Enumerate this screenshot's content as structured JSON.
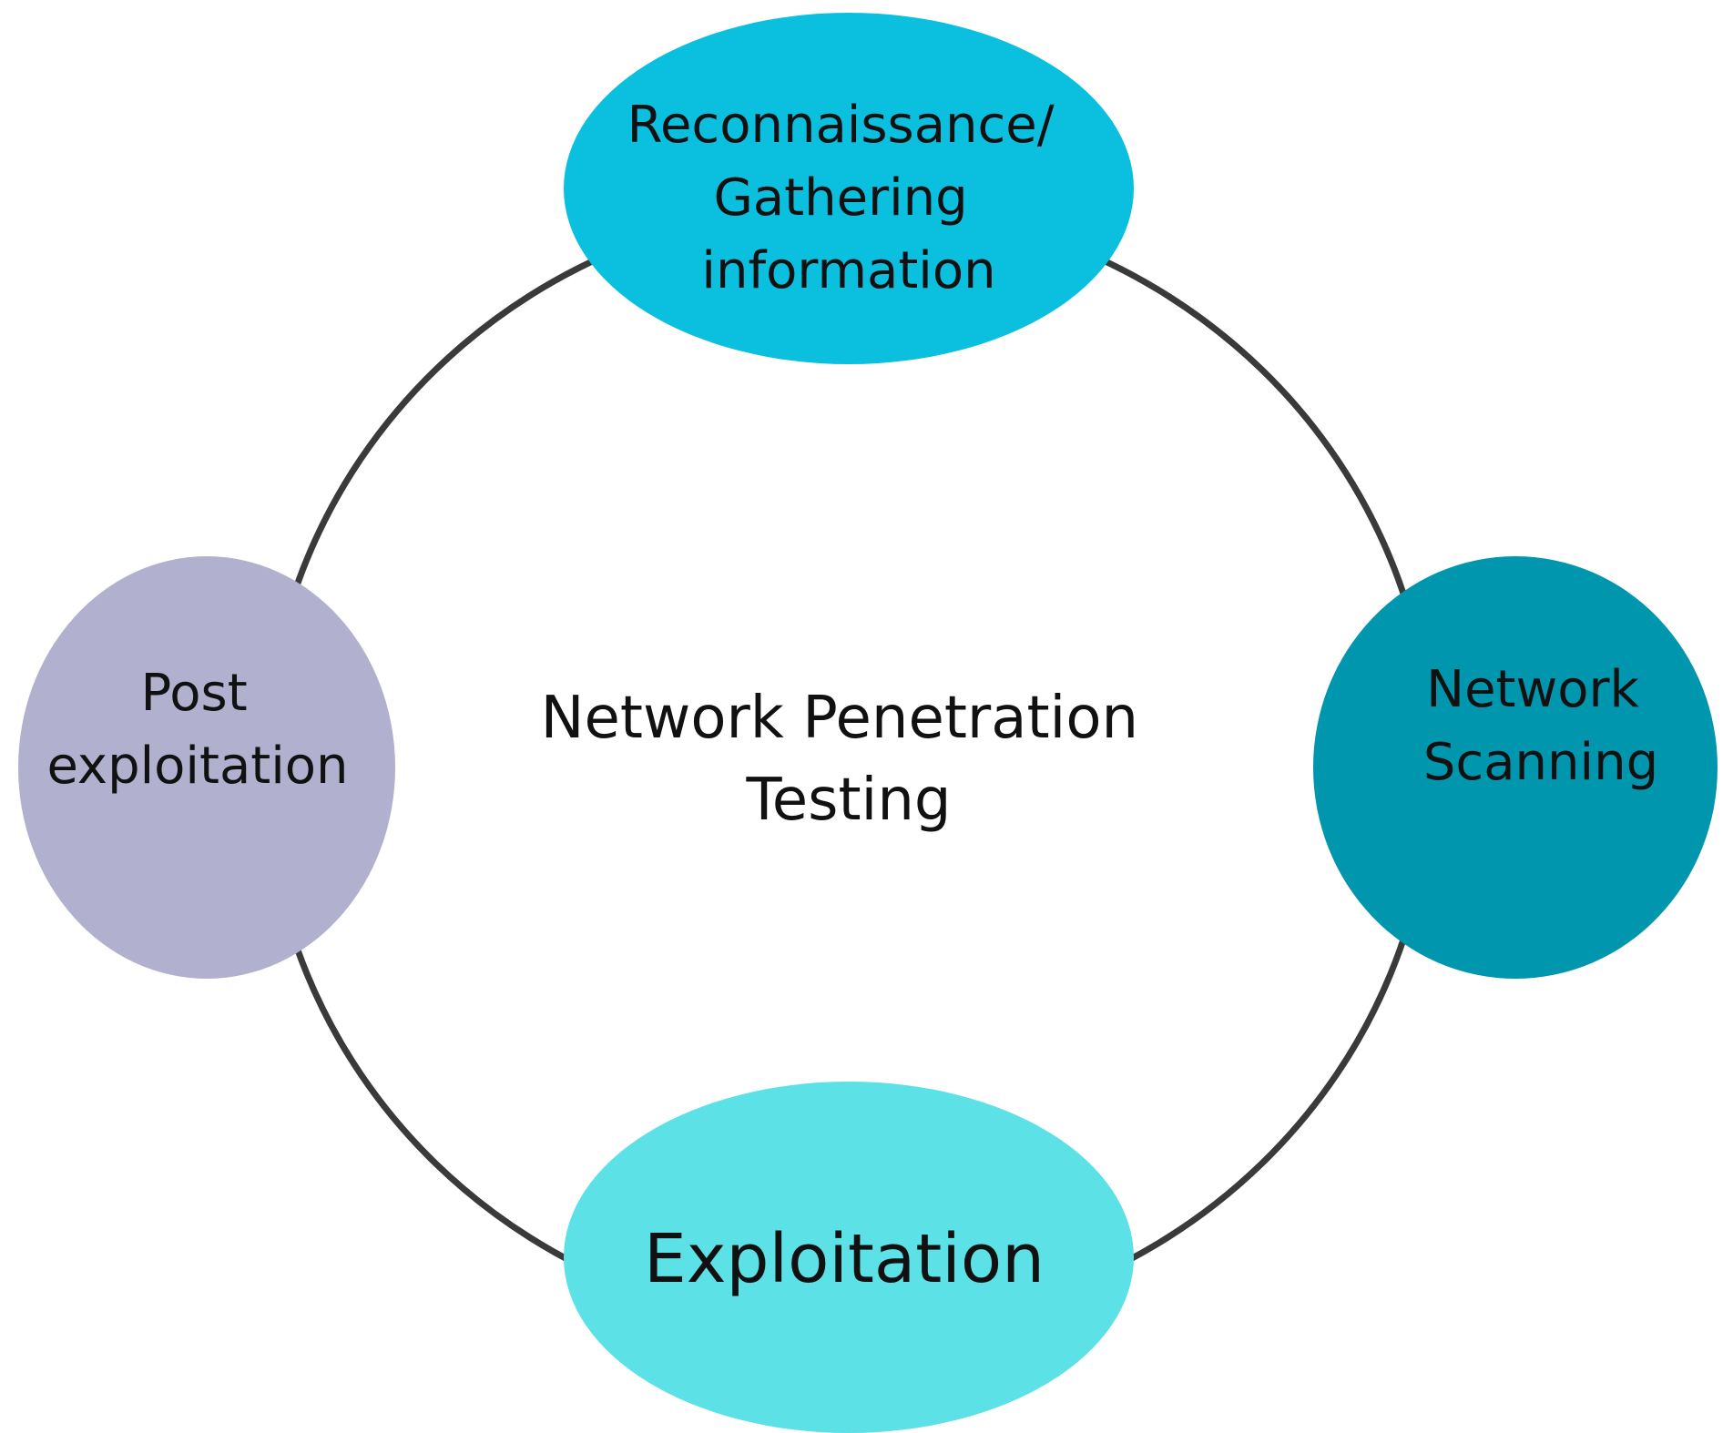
{
  "center": {
    "lines": [
      "Network Penetration",
      "Testing"
    ]
  },
  "phases": [
    {
      "id": "reconnaissance",
      "lines": [
        "Reconnaissance/",
        "Gathering",
        "information"
      ],
      "color": "#0BBFDF"
    },
    {
      "id": "network-scanning",
      "lines": [
        "Network",
        "Scanning"
      ],
      "color": "#0096AE"
    },
    {
      "id": "exploitation",
      "lines": [
        "Exploitation"
      ],
      "color": "#5CE1E6"
    },
    {
      "id": "post-exploitation",
      "lines": [
        "Post",
        "exploitation"
      ],
      "color": "#B1B1CF"
    }
  ],
  "ring_color": "#3A3A3A"
}
